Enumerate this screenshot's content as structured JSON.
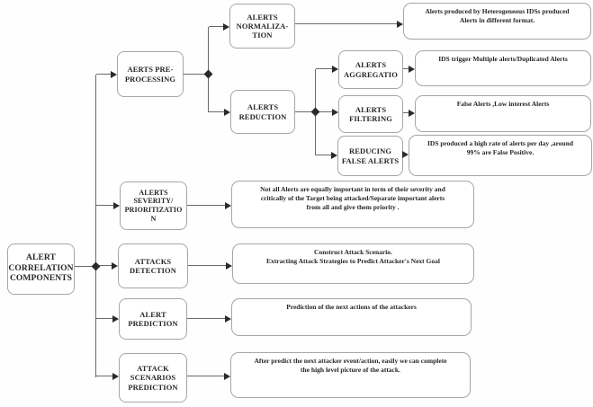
{
  "diagram": {
    "title": "Alert Correlation Components tree",
    "palette": {
      "box_border": "#a6a6a6",
      "box_fill": "#ffffff",
      "text": "#262626",
      "line": "#6a6a6a",
      "junction": "#2a2a2a"
    },
    "nodes": {
      "root": "ALERT\nCORRELATION\nCOMPONENTS",
      "preprocessing": "AERTS PRE-\nPROCESSING",
      "normalization": "ALERTS\nNORMALIZA-\nTION",
      "reduction": "ALERTS\nREDUCTION",
      "aggregation": "ALERTS\nAGGREGATIO",
      "filtering": "ALERTS\nFILTERING",
      "reducing_false_alerts": "REDUCING\nFALSE ALERTS",
      "severity": "ALERTS\nSEVERITY/\nPRIORITIZATIO\nN",
      "attacks_detection": "ATTACKS\nDETECTION",
      "alert_prediction": "ALERT\nPREDICTION",
      "attack_scenarios_prediction": "ATTACK\nSCENARIOS\nPREDICTION"
    },
    "descriptions": {
      "normalization": "Alerts produced by Heterogeneous IDSs produced\nAlerts in different format.",
      "aggregation": "IDS trigger Multiple alerts/Duplicated Alerts",
      "filtering": "False Alerts ,Low interest Alerts",
      "reducing_false_alerts": "IDS produced a high rate of alerts per day ,around\n99% are False Positive.",
      "severity": "Not all Alerts are equally important in term of their severity and\ncritically of the Target being attacked/Separate important alerts\nfrom all and give them priority  .",
      "attacks_detection": "Construct Attack Scenario.\nExtracting Attack Strategies to Predict Attacker's Next Goal",
      "alert_prediction": "Prediction of the next actions of the attackers",
      "attack_scenarios_prediction": "After predict the next attacker event/action, easily we can complete\nthe high level picture of the attack."
    }
  }
}
